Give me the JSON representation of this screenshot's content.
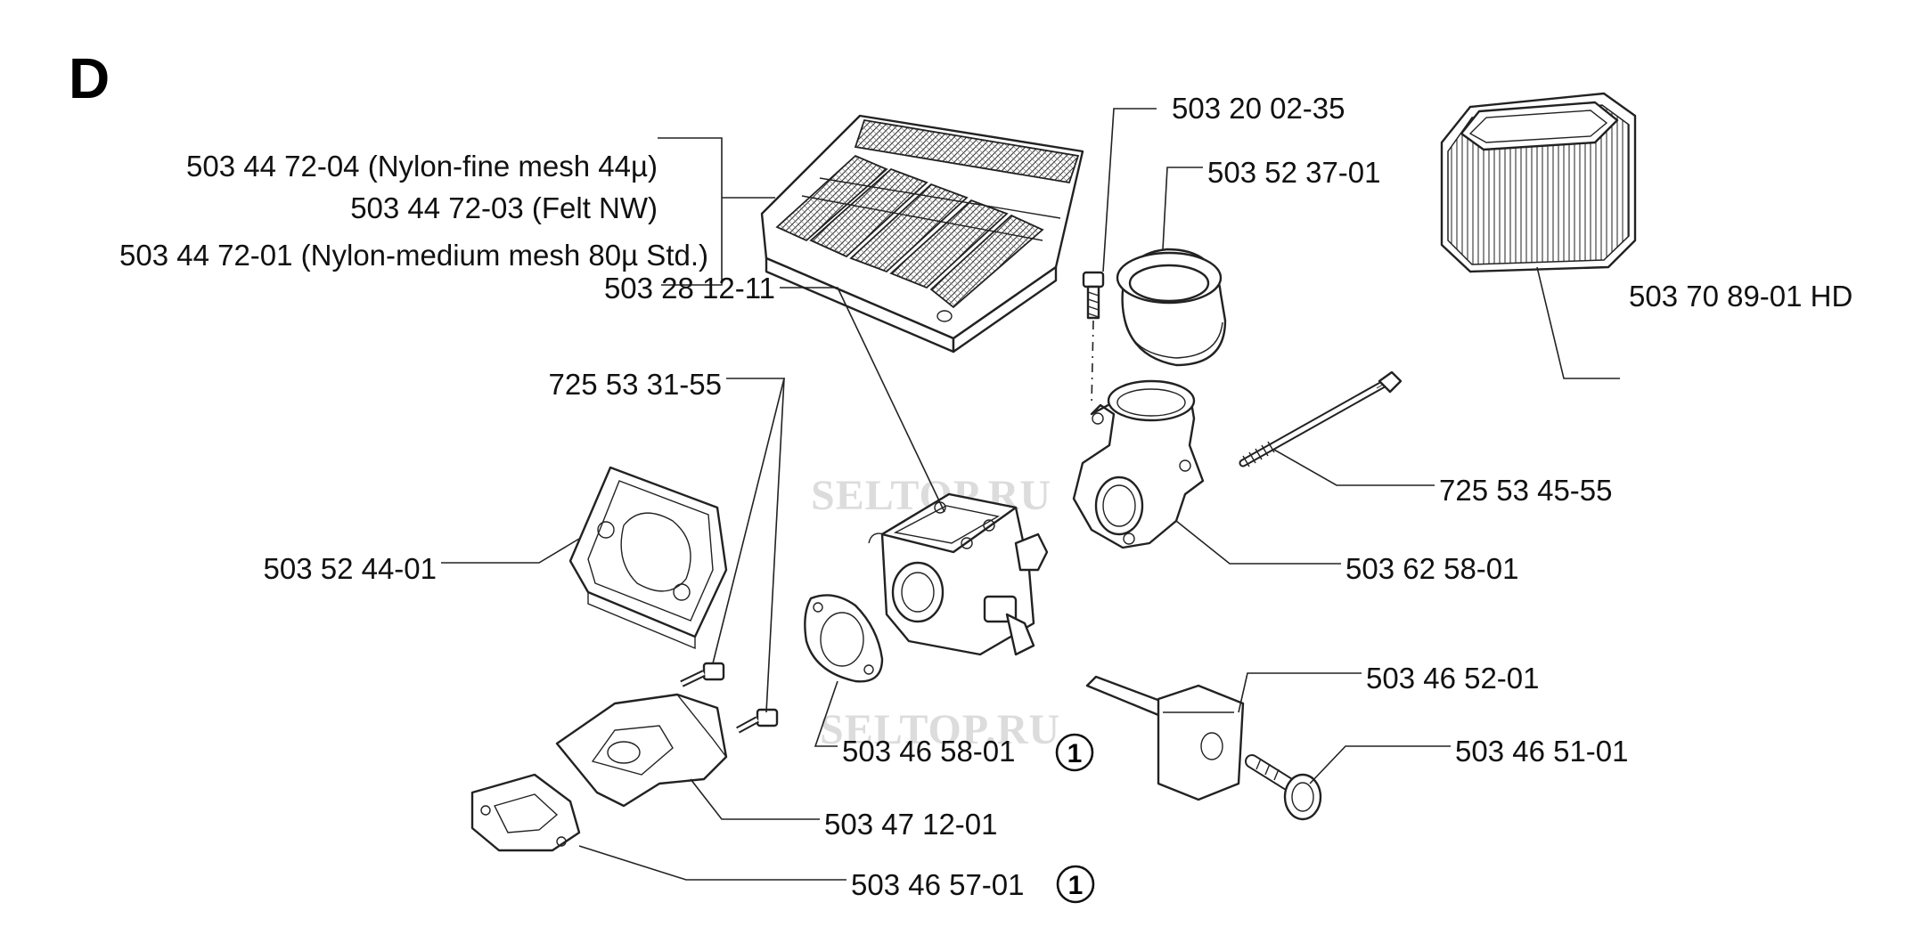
{
  "section_letter": "D",
  "watermark": "SELTOP.RU",
  "labels": {
    "l503447204": "503 44 72-04 (Nylon-fine mesh 44µ)",
    "l503447203": "503 44 72-03 (Felt NW)",
    "l503447201": "503 44 72-01 (Nylon-medium mesh 80µ Std.)",
    "l503200235": "503 20 02-35",
    "l503523701": "503 52 37-01",
    "l503708901": "503 70 89-01 HD",
    "l503281211": "503 28 12-11",
    "l725533155": "725 53 31-55",
    "l725534555": "725 53 45-55",
    "l503524401": "503 52 44-01",
    "l503625801": "503 62 58-01",
    "l503465201": "503 46 52-01",
    "l503465801": "503 46 58-01",
    "l503465101": "503 46 51-01",
    "l503471201": "503 47 12-01",
    "l503465701": "503 46 57-01"
  },
  "footnote_marker": "1"
}
